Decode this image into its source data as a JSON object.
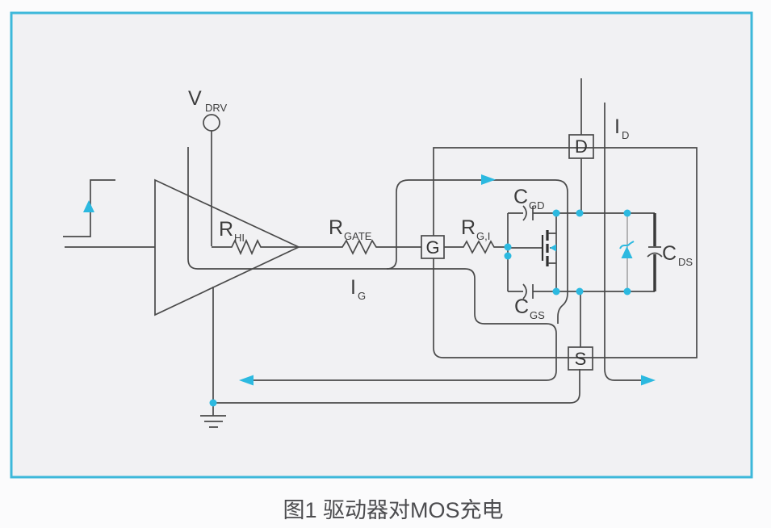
{
  "caption": "图1 驱动器对MOS充电",
  "colors": {
    "accent_border": "#3db8da",
    "accent_cyan": "#2cb9e0",
    "wire": "#4a4a4a",
    "panel_bg": "#f1f1f3"
  },
  "labels": {
    "v_drv": {
      "main": "V",
      "sub": "DRV"
    },
    "r_hi": {
      "main": "R",
      "sub": "HI"
    },
    "r_gate": {
      "main": "R",
      "sub": "GATE"
    },
    "r_g_i": {
      "main": "R",
      "sub": "G,I"
    },
    "i_g": {
      "main": "I",
      "sub": "G"
    },
    "i_d": {
      "main": "I",
      "sub": "D"
    },
    "c_gd": {
      "main": "C",
      "sub": "GD"
    },
    "c_gs": {
      "main": "C",
      "sub": "GS"
    },
    "c_ds": {
      "main": "C",
      "sub": "DS"
    }
  },
  "pins": {
    "gate": "G",
    "drain": "D",
    "source": "S"
  }
}
